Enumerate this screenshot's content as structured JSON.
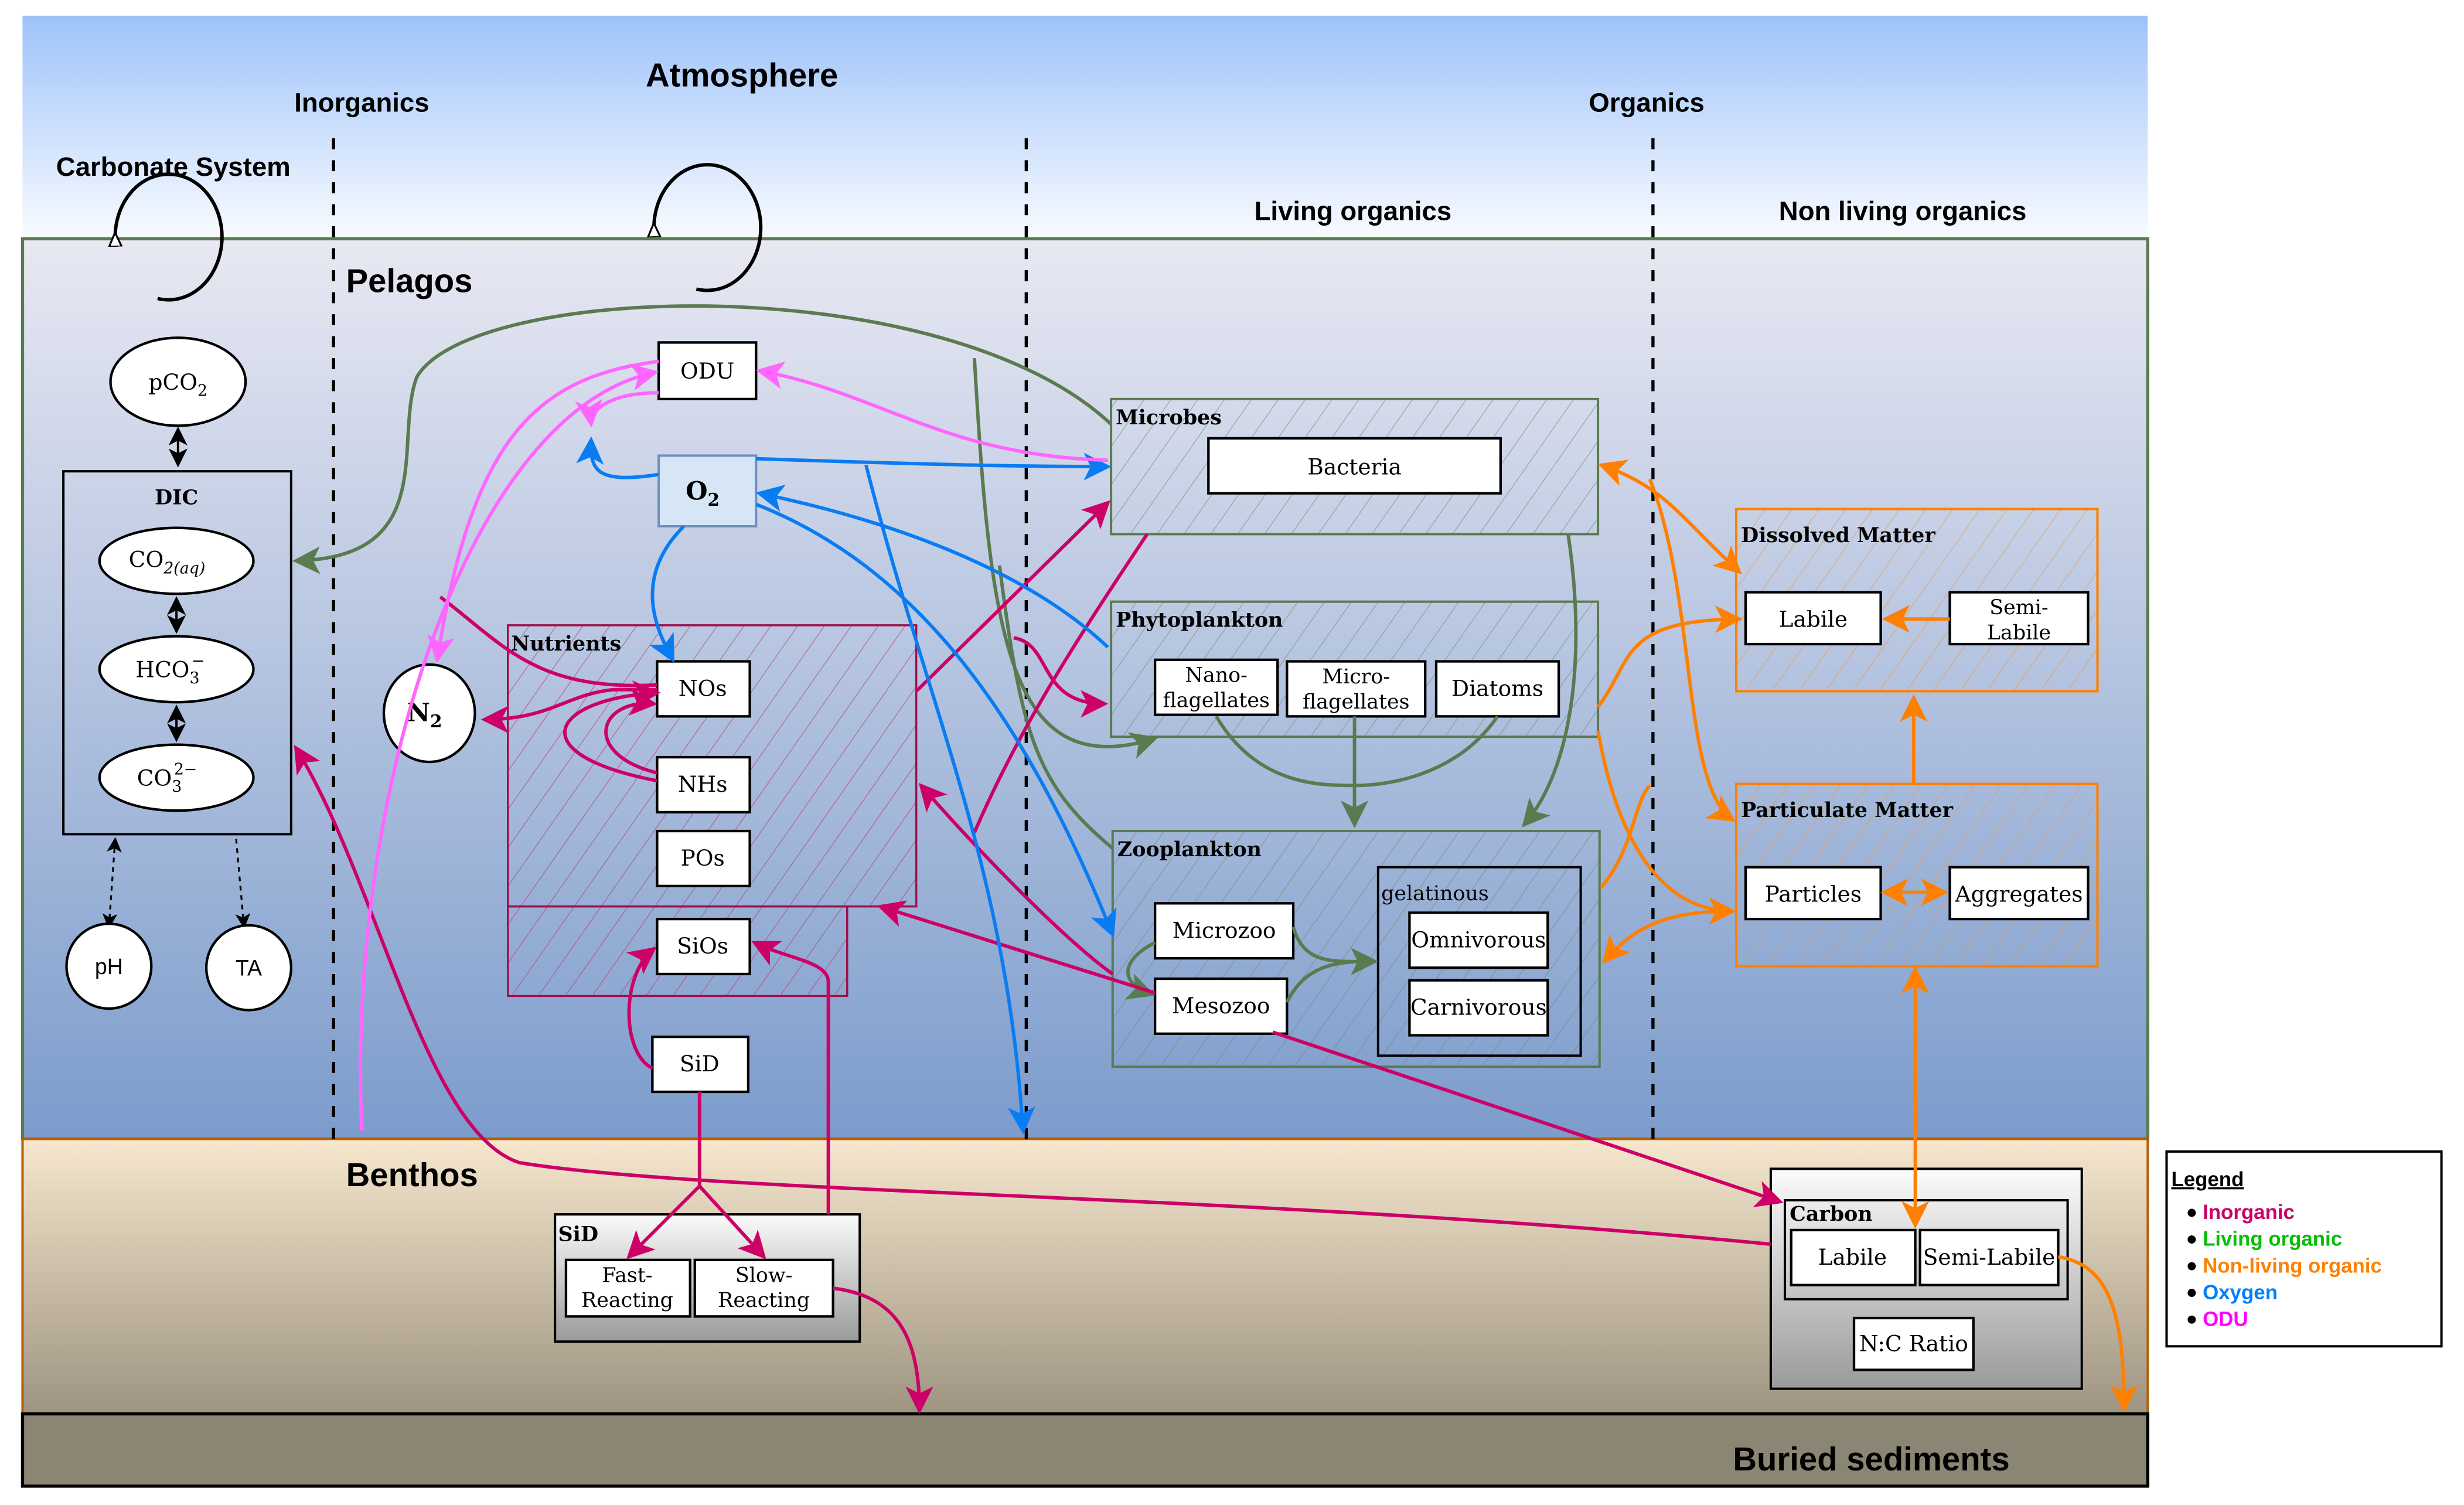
{
  "zones": {
    "atmosphere": "Atmosphere",
    "inorganics": "Inorganics",
    "organics": "Organics",
    "carbonate_system": "Carbonate System",
    "living_organics": "Living organics",
    "non_living_organics": "Non living organics",
    "pelagos": "Pelagos",
    "benthos": "Benthos",
    "buried_sediments": "Buried sediments"
  },
  "carbonate": {
    "pco2": "pCO",
    "pco2_sub": "2",
    "dic_title": "DIC",
    "co2aq": "CO",
    "co2aq_sub": "2(aq)",
    "hco3": "HCO",
    "hco3_sub": "3",
    "hco3_sup": "−",
    "co3": "CO",
    "co3_sub": "3",
    "co3_sup": "2−",
    "ph": "pH",
    "ta": "TA"
  },
  "inorganic": {
    "odu": "ODU",
    "o2": "O",
    "o2_sub": "2",
    "n2": "N",
    "n2_sub": "2",
    "nutrients_title": "Nutrients",
    "nos": "NOs",
    "nhs": "NHs",
    "pos": "POs",
    "sios": "SiOs",
    "sid": "SiD"
  },
  "living": {
    "microbes_title": "Microbes",
    "bacteria": "Bacteria",
    "phyto_title": "Phytoplankton",
    "nano_1": "Nano-",
    "nano_2": "flagellates",
    "micro_1": "Micro-",
    "micro_2": "flagellates",
    "diatoms": "Diatoms",
    "zoo_title": "Zooplankton",
    "microzoo": "Microzoo",
    "mesozoo": "Mesozoo",
    "gelatinous_title": "gelatinous",
    "omnivorous": "Omnivorous",
    "carnivorous": "Carnivorous"
  },
  "nonliving": {
    "dissolved_title": "Dissolved Matter",
    "dis_labile": "Labile",
    "dis_semi_1": "Semi-",
    "dis_semi_2": "Labile",
    "particulate_title": "Particulate Matter",
    "particles": "Particles",
    "aggregates": "Aggregates"
  },
  "benthic": {
    "sid_title": "SiD",
    "fast_1": "Fast-",
    "fast_2": "Reacting",
    "slow_1": "Slow-",
    "slow_2": "Reacting",
    "carbon_title": "Carbon",
    "c_labile": "Labile",
    "c_semilabile": "Semi-Labile",
    "nc_ratio": "N:C Ratio"
  },
  "legend": {
    "title": "Legend",
    "items": [
      {
        "label": "Inorganic",
        "color": "#cc0066"
      },
      {
        "label": "Living organic",
        "color": "#00c000"
      },
      {
        "label": "Non-living organic",
        "color": "#ff8000"
      },
      {
        "label": "Oxygen",
        "color": "#0080ff"
      },
      {
        "label": "ODU",
        "color": "#ff00ff"
      }
    ]
  },
  "colors": {
    "inorganic_arrow": "#cc0066",
    "living_arrow": "#5a7a50",
    "nonliving_arrow": "#ff8000",
    "oxygen_arrow": "#0a7cf2",
    "odu_arrow": "#ff66ff"
  }
}
